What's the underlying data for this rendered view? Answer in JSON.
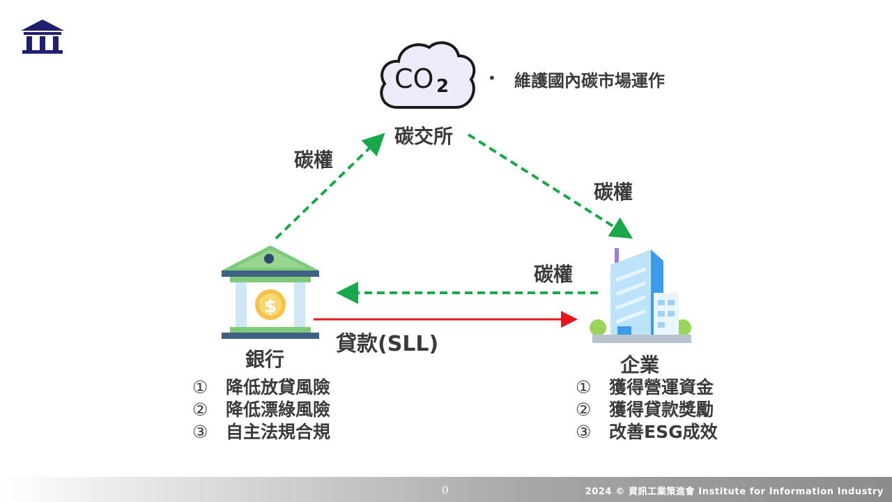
{
  "logo": {
    "icon": "institute-columns-logo",
    "color": "#1f1f6e"
  },
  "exchange": {
    "icon_text": "CO₂",
    "name": "碳交所",
    "bullet": "•",
    "bullet_text": "維護國內碳市場運作"
  },
  "bank": {
    "name": "銀行",
    "benefits": [
      {
        "num": "①",
        "text": "降低放貸風險"
      },
      {
        "num": "②",
        "text": "降低漂綠風險"
      },
      {
        "num": "③",
        "text": "自主法規合規"
      }
    ]
  },
  "company": {
    "name": "企業",
    "benefits": [
      {
        "num": "①",
        "text": "獲得營運資金"
      },
      {
        "num": "②",
        "text": "獲得貸款獎勵"
      },
      {
        "num": "③",
        "text": "改善ESG成效"
      }
    ]
  },
  "flows": {
    "bank_to_exchange": "碳權",
    "exchange_to_company": "碳權",
    "company_to_bank": "碳權",
    "bank_to_company": "貸款(SLL)"
  },
  "colors": {
    "carbon_arrow": "#1aa64a",
    "loan_arrow": "#e8141c",
    "text": "#3a3a3a"
  },
  "footer": {
    "page_number": "0",
    "copyright": "2024 © 資訊工業策進會 Institute for Information Industry"
  }
}
